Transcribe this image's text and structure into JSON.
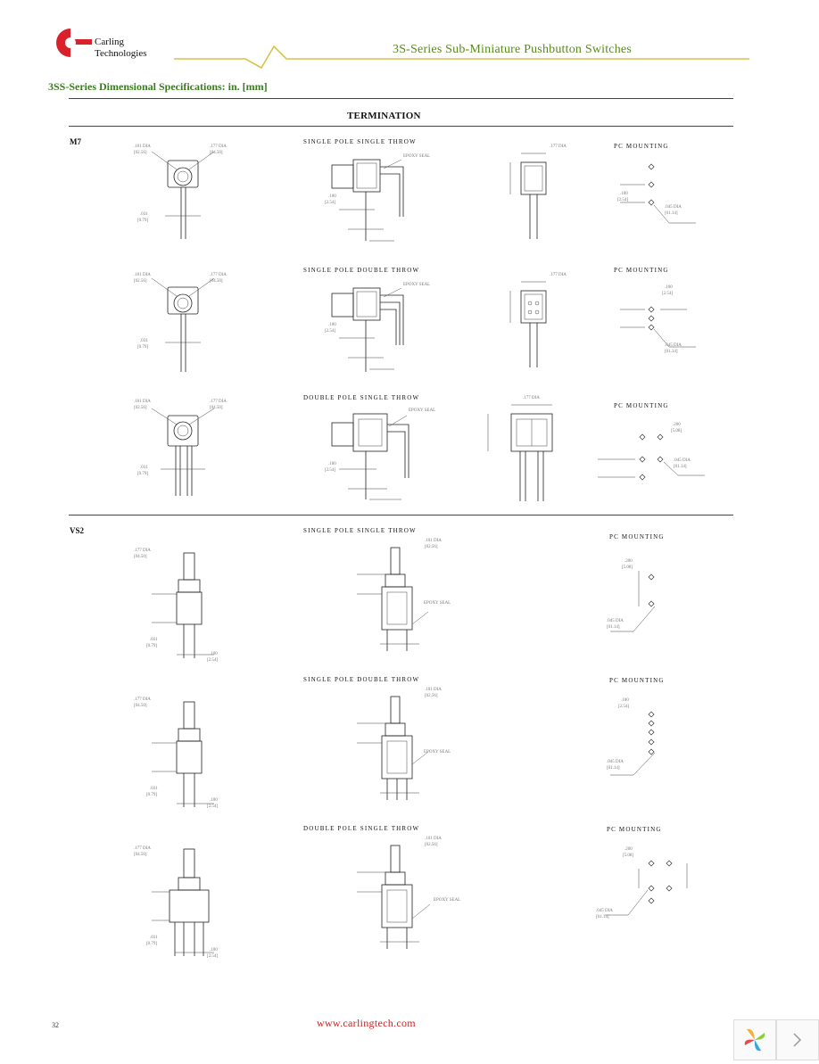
{
  "header": {
    "brand_line1": "Carling",
    "brand_line2": "Technologies",
    "series_title": "3S-Series Sub-Miniature Pushbutton Switches",
    "spec_title": "3SS-Series Dimensional Specifications: in. [mm]",
    "section_heading": "TERMINATION",
    "colors": {
      "green": "#5a8a1e",
      "red": "#d8212b",
      "gold": "#d7c34a"
    }
  },
  "sections": [
    {
      "code": "M7",
      "rows": [
        {
          "heading": "SINGLE POLE SINGLE THROW",
          "mounting": "PC MOUNTING",
          "labels": {
            "dia1": ".101 DIA",
            "dia1mm": "[02.56]",
            "dia2": ".177 DIA",
            "dia2mm": "[04.50]",
            "pitch": ".100",
            "pitchmm": "[2.54]",
            "pin": ".031",
            "pinmm": "[0.79]",
            "epoxy": "EPOXY SEAL",
            "pc1": ".100",
            "pc1mm": "[2.54]",
            "pcdia": ".045 DIA",
            "pcdiamm": "[01.14]"
          }
        },
        {
          "heading": "SINGLE POLE DOUBLE THROW",
          "mounting": "PC MOUNTING",
          "labels": {
            "dia1": ".101 DIA",
            "dia1mm": "[02.56]",
            "dia2": ".177 DIA",
            "dia2mm": "[04.50]",
            "pitch": ".100",
            "pitchmm": "[2.54]",
            "pin": ".031",
            "pinmm": "[0.79]",
            "epoxy": "EPOXY SEAL",
            "pc1": ".100",
            "pc1mm": "[2.54]",
            "pcdia": ".045 DIA",
            "pcdiamm": "[01.14]"
          }
        },
        {
          "heading": "DOUBLE POLE SINGLE THROW",
          "mounting": "PC MOUNTING",
          "labels": {
            "dia1": ".101 DIA",
            "dia1mm": "[02.56]",
            "dia2": ".177 DIA",
            "dia2mm": "[04.50]",
            "pitch": ".100",
            "pitchmm": "[2.54]",
            "pin": ".031",
            "pinmm": "[0.79]",
            "epoxy": "EPOXY SEAL",
            "pc1": ".200",
            "pc1mm": "[5.08]",
            "pcdia": ".045 DIA",
            "pcdiamm": "[01.14]"
          }
        }
      ]
    },
    {
      "code": "VS2",
      "rows": [
        {
          "heading": "SINGLE POLE SINGLE THROW",
          "mounting": "PC MOUNTING",
          "labels": {
            "dia1": ".101 DIA",
            "dia1mm": "[02.56]",
            "dia2": ".177 DIA",
            "dia2mm": "[04.50]",
            "pitch": ".100",
            "pitchmm": "[2.54]",
            "pin": ".031",
            "pinmm": "[0.79]",
            "epoxy": "EPOXY SEAL",
            "pc1": ".200",
            "pc1mm": "[5.08]",
            "pcdia": ".045 DIA",
            "pcdiamm": "[01.14]"
          }
        },
        {
          "heading": "SINGLE POLE DOUBLE THROW",
          "mounting": "PC MOUNTING",
          "labels": {
            "dia1": ".101 DIA",
            "dia1mm": "[02.56]",
            "dia2": ".177 DIA",
            "dia2mm": "[04.50]",
            "pitch": ".100",
            "pitchmm": "[2.54]",
            "pin": ".031",
            "pinmm": "[0.79]",
            "epoxy": "EPOXY SEAL",
            "pc1": ".100",
            "pc1mm": "[2.54]",
            "pcdia": ".045 DIA",
            "pcdiamm": "[01.14]"
          }
        },
        {
          "heading": "DOUBLE POLE SINGLE THROW",
          "mounting": "PC MOUNTING",
          "labels": {
            "dia1": ".101 DIA",
            "dia1mm": "[02.56]",
            "dia2": ".177 DIA",
            "dia2mm": "[04.50]",
            "pitch": ".100",
            "pitchmm": "[2.54]",
            "pin": ".031",
            "pinmm": "[0.79]",
            "epoxy": "EPOXY SEAL",
            "pc1": ".200",
            "pc1mm": "[5.08]",
            "pcdia": ".045 DIA",
            "pcdiamm": "[01.14]"
          }
        }
      ]
    }
  ],
  "footer": {
    "page_number": "32",
    "url": "www.carlingtech.com",
    "icons": {
      "app": "pinwheel-icon",
      "next": "chevron-right-icon"
    }
  }
}
